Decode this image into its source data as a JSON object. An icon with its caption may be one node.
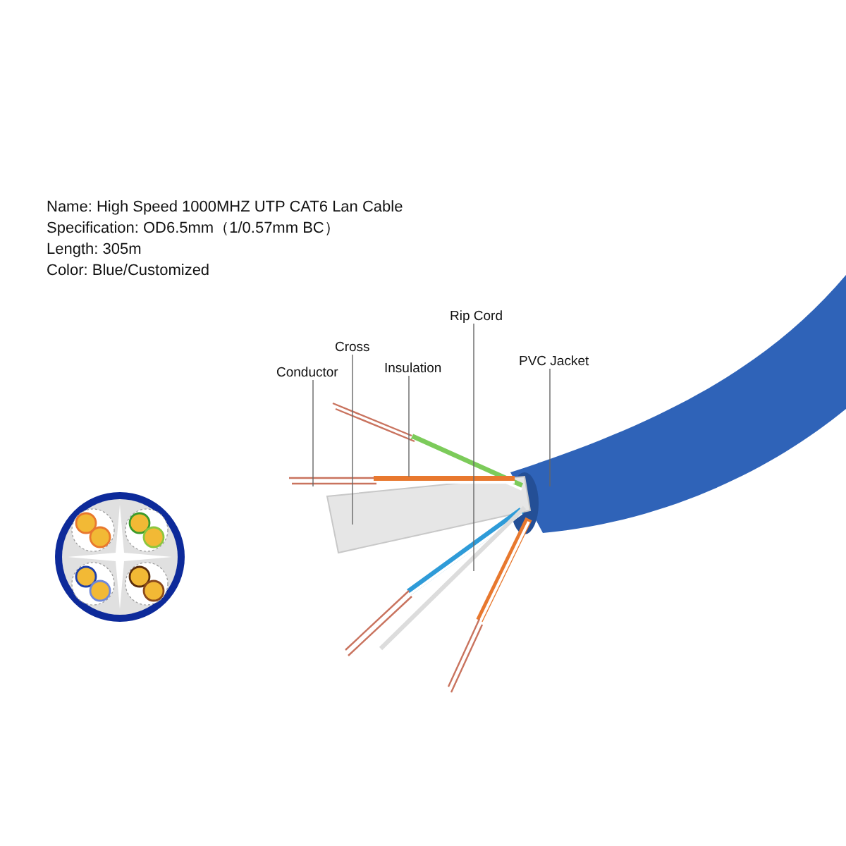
{
  "diagram": {
    "nodes": [
      {
        "text": [
          "Conductor"
        ]
      },
      {
        "text": [
          "Cross"
        ]
      },
      {
        "text": [
          "Insulation"
        ]
      },
      {
        "text": [
          "Rip Cord"
        ]
      },
      {
        "text": [
          "PVC Jacket"
        ]
      }
    ],
    "edges": [
      {
        "from": 0,
        "to": null,
        "arrow": "none"
      },
      {
        "from": 1,
        "to": null,
        "arrow": "none"
      },
      {
        "from": 2,
        "to": null,
        "arrow": "none"
      },
      {
        "from": 3,
        "to": null,
        "arrow": "none"
      },
      {
        "from": 4,
        "to": null,
        "arrow": "none"
      }
    ],
    "labels": [
      "Name: High Speed 1000MHZ UTP CAT6 Lan Cable",
      "Specification: OD6.5mm（1/0.57mm BC）",
      "Length: 305m",
      "Color: Blue/Customized"
    ]
  }
}
